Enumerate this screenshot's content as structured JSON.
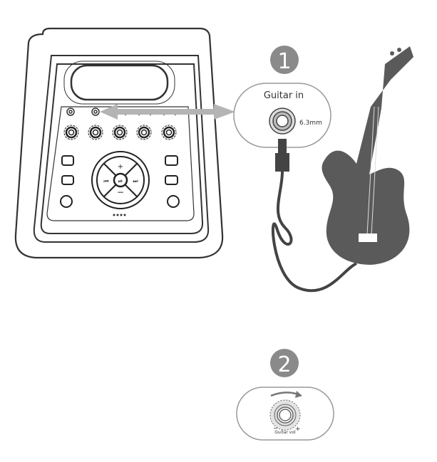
{
  "steps": [
    {
      "number": "1",
      "label": "Guitar in",
      "jack_size": "6.3mm"
    },
    {
      "number": "2",
      "knob_label": "Guitar vol",
      "minus": "−",
      "plus": "+"
    }
  ],
  "colors": {
    "step_badge": "#8a8a8a",
    "arrow": "#b4b4b4",
    "guitar": "#5a5a5a",
    "outline": "#333333"
  }
}
